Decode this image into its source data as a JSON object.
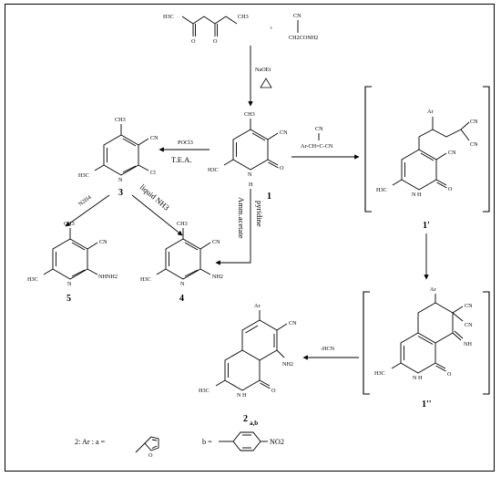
{
  "reactants": {
    "acetylacetone": {
      "methyl_left": "H3C",
      "methyl_right": "CH3",
      "oxo_1": "O",
      "oxo_2": "O"
    },
    "plus": "+",
    "cyanoacetamide": {
      "cn": "CN",
      "ch2conh2": "CH2CONH2"
    }
  },
  "reagents": {
    "step1": "NaOEt",
    "step1_heat": "Δ",
    "chlorination": "POCl3",
    "chlorination_base": "T.E.A.",
    "hydrazine": "N2H4",
    "ammonia": "liquid NH3",
    "ammonium_acetate": "Amm.acetate",
    "pyridine": "pyridine",
    "arylidene": "Ar-CH=C-CN",
    "arylidene_cn": "CN",
    "hcn_loss": "-HCN"
  },
  "compounds": {
    "c1": {
      "label": "1",
      "me": "CH3",
      "cn": "CN",
      "h3c": "H3C",
      "n": "N",
      "h": "H",
      "o": "O"
    },
    "c3": {
      "label": "3",
      "me": "CH3",
      "cn": "CN",
      "h3c": "H3C",
      "n": "N",
      "cl": "Cl"
    },
    "c5": {
      "label": "5",
      "me": "CH3",
      "cn": "CN",
      "h3c": "H3C",
      "n": "N",
      "sub": "NHNH2"
    },
    "c4": {
      "label": "4",
      "me": "CH3",
      "cn": "CN",
      "h3c": "H3C",
      "n": "N",
      "sub": "NH2"
    },
    "c1p": {
      "label": "1'",
      "ar": "Ar",
      "cn1": "CN",
      "cn2": "CN",
      "cn3": "CN",
      "h3c": "H3C",
      "nh": "N",
      "h": "H",
      "o": "O"
    },
    "c1pp": {
      "label": "1''",
      "ar": "Ar",
      "cn1": "CN",
      "cn2": "CN",
      "nh_imine": "NH",
      "h3c": "H3C",
      "nh": "N",
      "h": "H",
      "o": "O"
    },
    "c2": {
      "label": "2",
      "label_sub": "a,b",
      "ar": "Ar",
      "cn": "CN",
      "nh2": "NH2",
      "h3c": "H3C",
      "nh": "N",
      "h": "H",
      "o": "O"
    }
  },
  "footer": {
    "prefix": "2: Ar : a =",
    "b_prefix": "b =",
    "furan_o": "O",
    "nitro": "NO2"
  }
}
